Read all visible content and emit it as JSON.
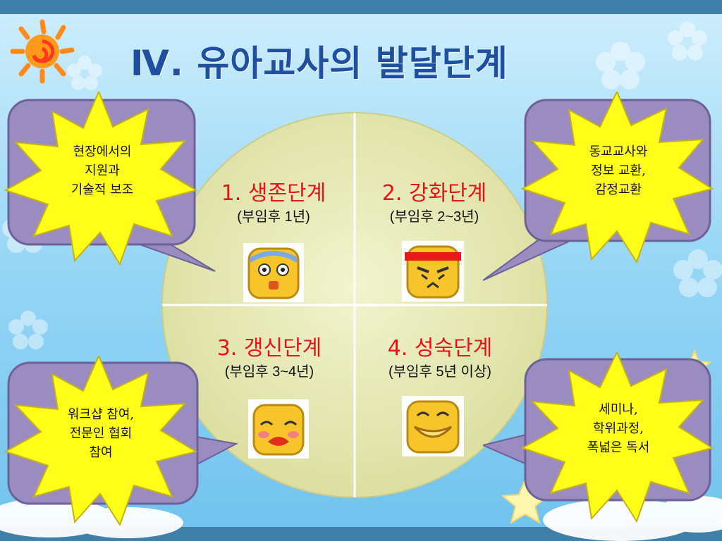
{
  "title": "Ⅳ. 유아교사의 발달단계",
  "stages": [
    {
      "title": "1. 생존단계",
      "period": "(부임후 1년)"
    },
    {
      "title": "2. 강화단계",
      "period": "(부임후 2~3년)"
    },
    {
      "title": "3. 갱신단계",
      "period": "(부임후 3~4년)"
    },
    {
      "title": "4. 성숙단계",
      "period": "(부임후 5년 이상)"
    }
  ],
  "callouts": [
    {
      "text": "현장에서의\n지원과\n기술적 보조"
    },
    {
      "text": "동교교사와\n정보 교환,\n감정교환"
    },
    {
      "text": "워크샵 참여,\n전문인 협회\n참여"
    },
    {
      "text": "세미나,\n학위과정,\n폭넓은 독서"
    }
  ],
  "colors": {
    "title": "#1f4fa0",
    "stage_title": "#e8121a",
    "circle_fill": "#e4e8b4",
    "burst_fill": "#ffff1a",
    "callout_box": "#9a8cc0",
    "bar": "#3f7fa8"
  },
  "icons": [
    "sun-icon",
    "surprised-face-icon",
    "angry-face-icon",
    "shy-face-icon",
    "happy-face-icon"
  ]
}
